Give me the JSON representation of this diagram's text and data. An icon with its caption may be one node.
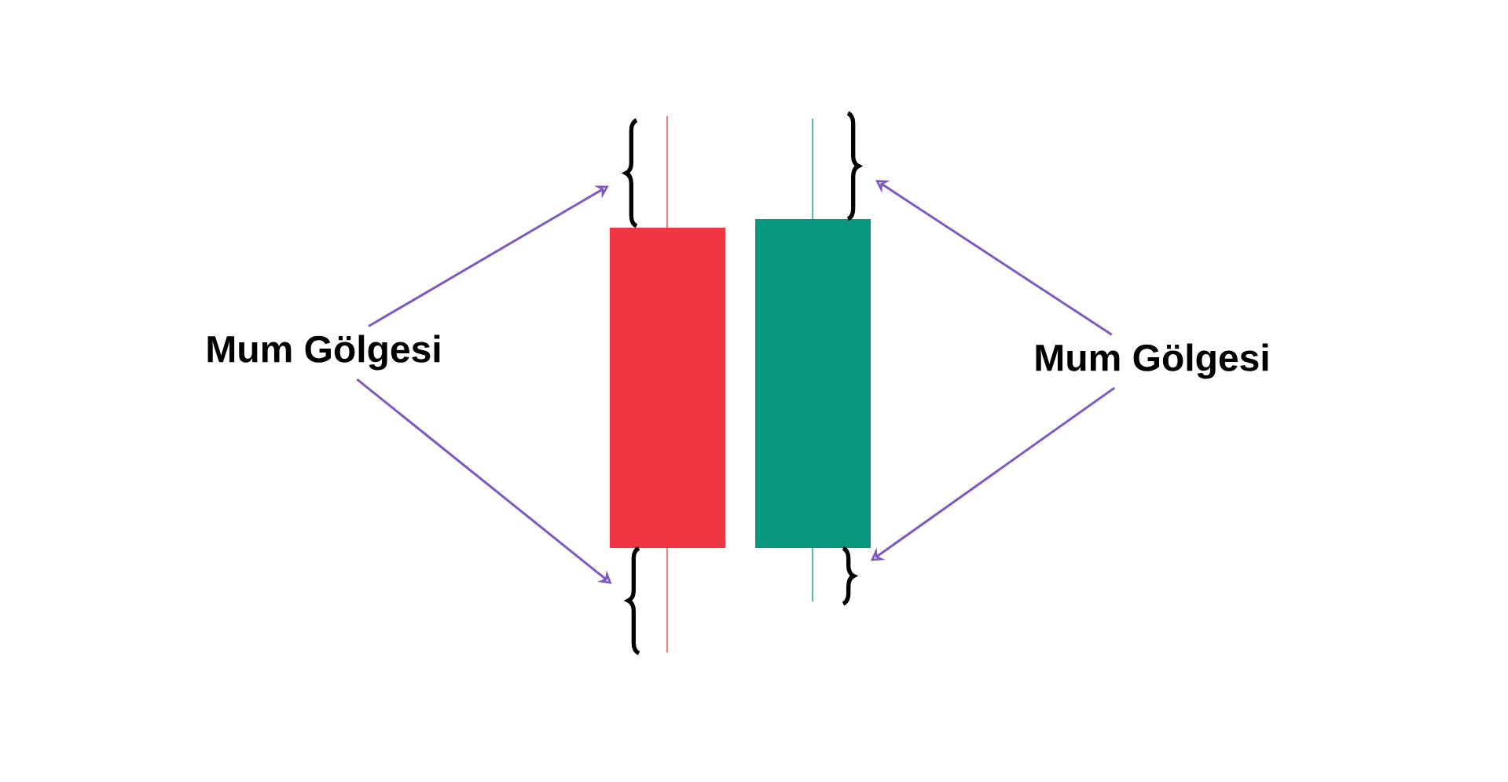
{
  "diagram": {
    "nodes": [
      {
        "text": [
          "Mum Gölgesi"
        ]
      },
      {
        "text": [],
        "shape": "brace"
      },
      {
        "text": [],
        "shape": "brace"
      },
      {
        "text": [
          "Mum Gölgesi"
        ]
      },
      {
        "text": [],
        "shape": "brace"
      },
      {
        "text": [],
        "shape": "brace"
      }
    ],
    "edges": [
      {
        "from": 0,
        "to": 1,
        "arrow": "to",
        "color": "#7e57c2"
      },
      {
        "from": 0,
        "to": 2,
        "arrow": "to",
        "color": "#7e57c2"
      },
      {
        "from": 3,
        "to": 4,
        "arrow": "to",
        "color": "#7e57c2"
      },
      {
        "from": 3,
        "to": 5,
        "arrow": "to",
        "color": "#7e57c2"
      }
    ]
  }
}
